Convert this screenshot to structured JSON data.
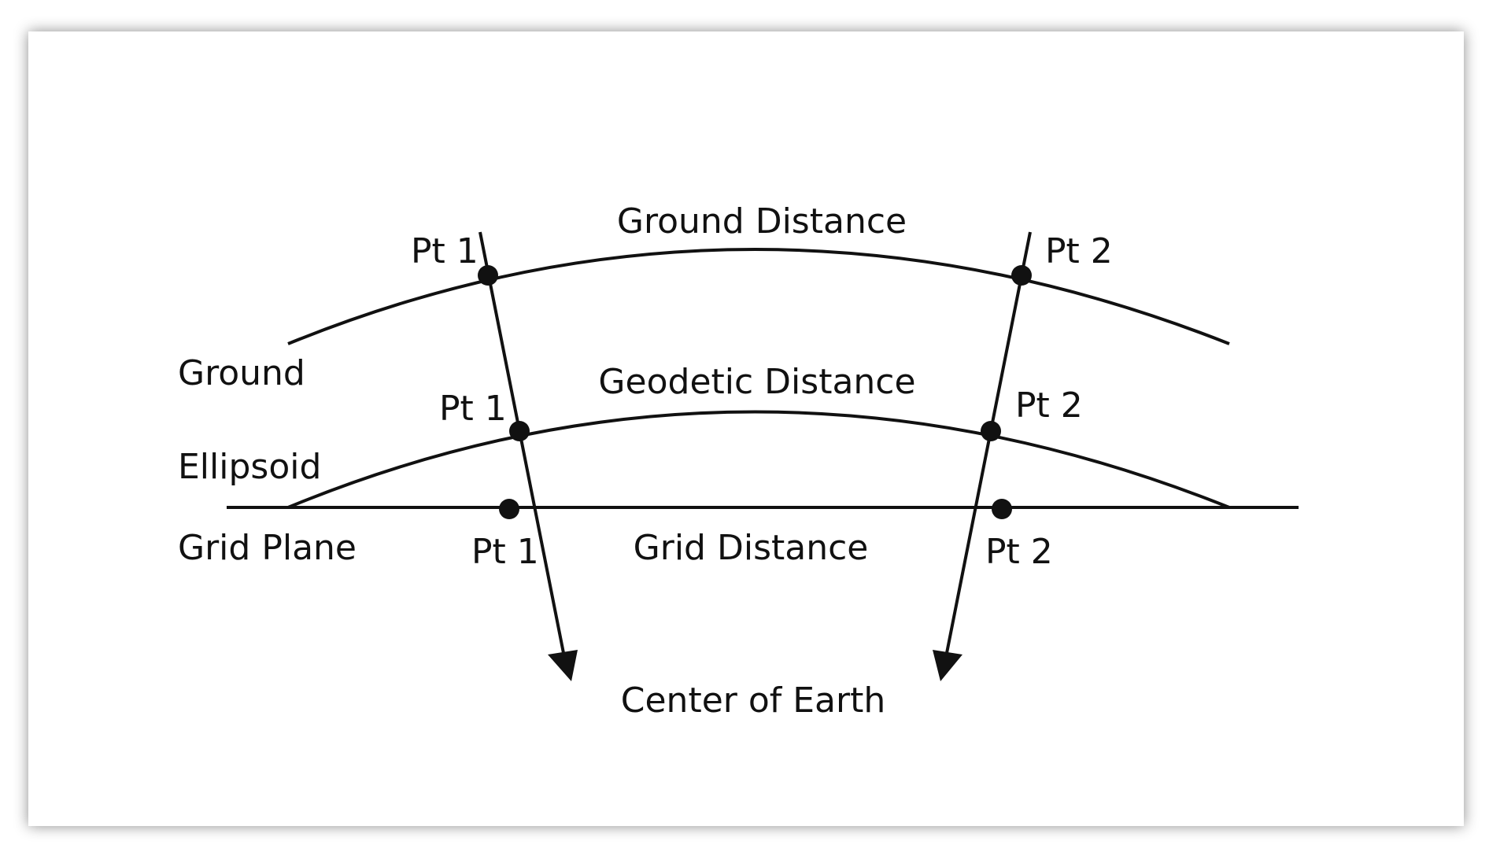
{
  "diagram": {
    "surfaces": {
      "ground": "Ground",
      "ellipsoid": "Ellipsoid",
      "grid_plane": "Grid Plane"
    },
    "distances": {
      "ground": "Ground Distance",
      "geodetic": "Geodetic Distance",
      "grid": "Grid Distance"
    },
    "points": {
      "ground_pt1": "Pt 1",
      "ground_pt2": "Pt 2",
      "ellipsoid_pt1": "Pt 1",
      "ellipsoid_pt2": "Pt 2",
      "grid_pt1": "Pt 1",
      "grid_pt2": "Pt 2"
    },
    "center": "Center of Earth"
  }
}
